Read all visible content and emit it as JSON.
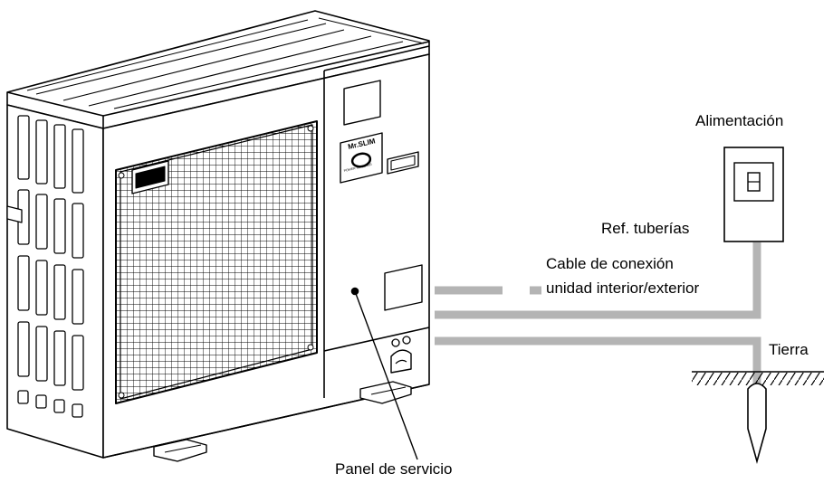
{
  "labels": {
    "power_supply": "Alimentación",
    "pipe_ref": "Ref. tuberías",
    "cable_line1": "Cable de conexión",
    "cable_line2": "unidad interior/exterior",
    "earth": "Tierra",
    "service_panel": "Panel de servicio"
  },
  "unit_badge": {
    "brand": "Mr.SLIM",
    "sub": "POWER INVERTER"
  }
}
